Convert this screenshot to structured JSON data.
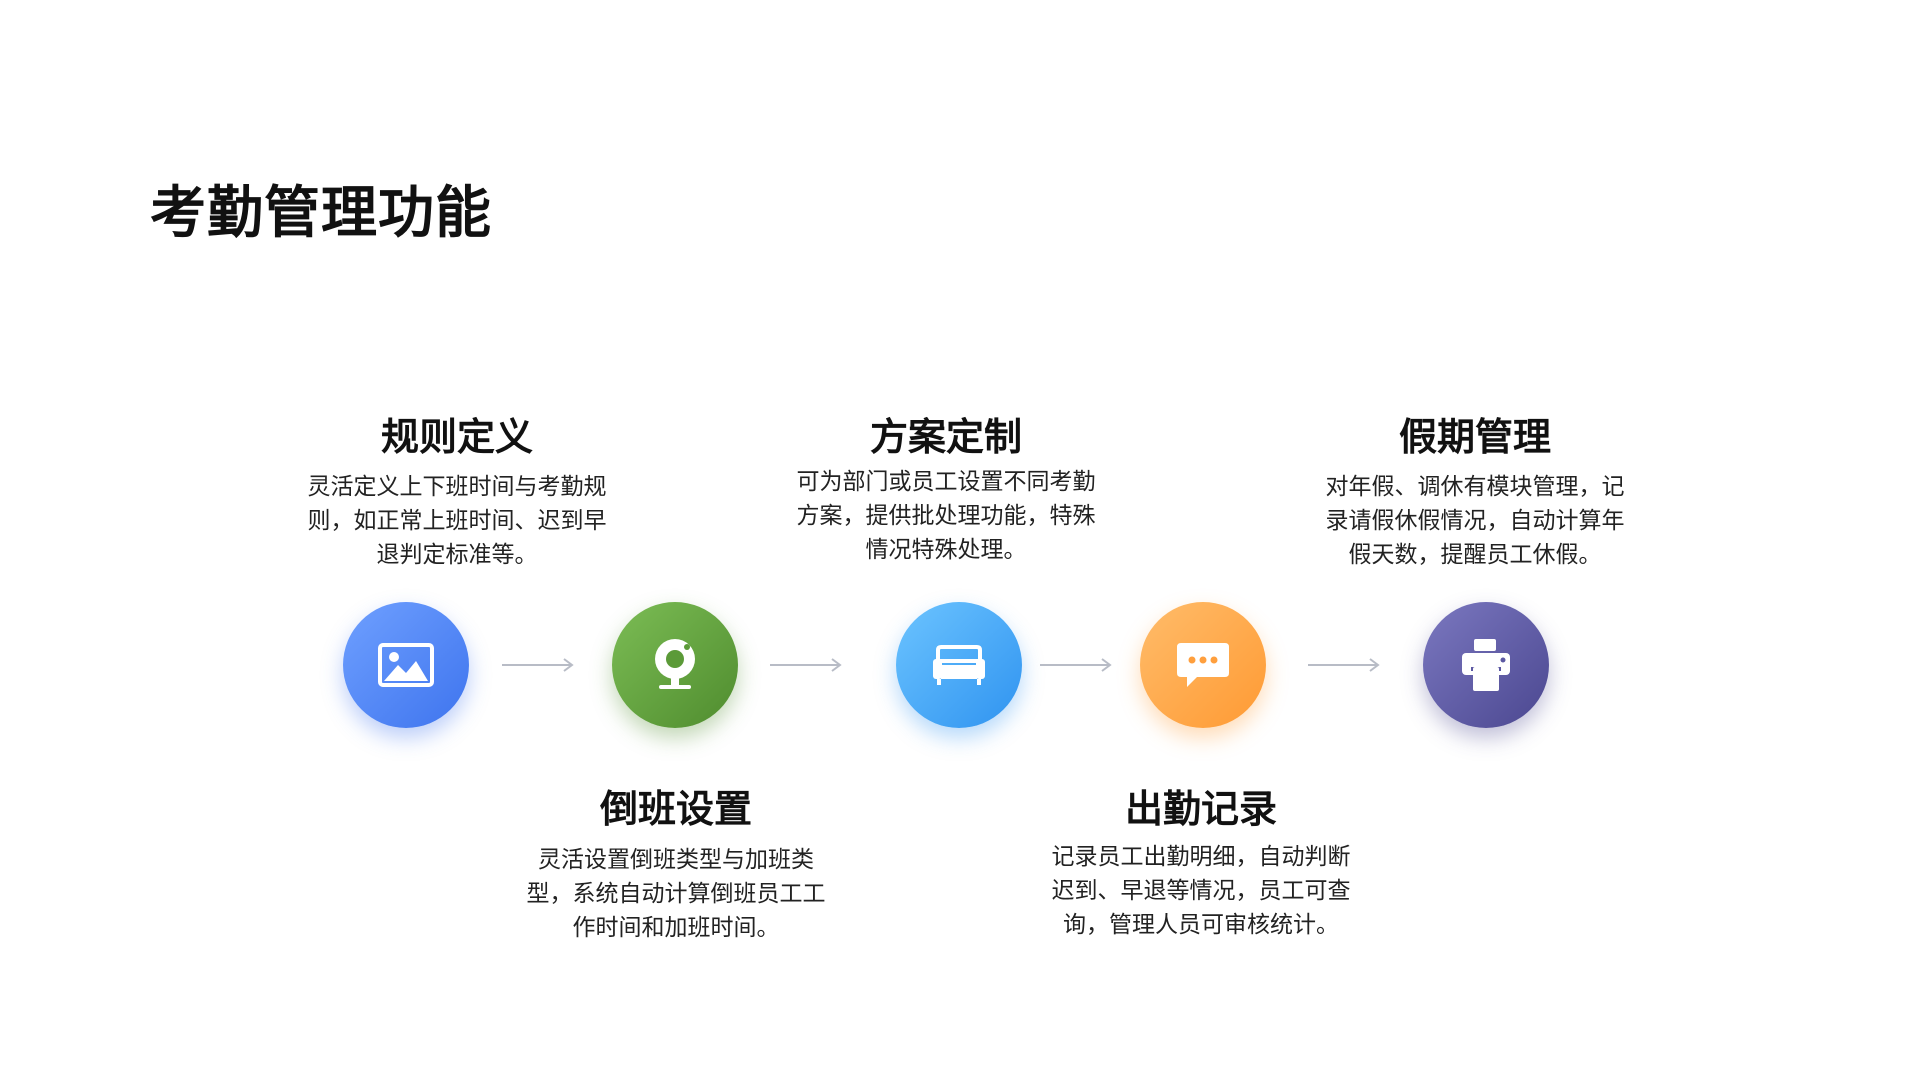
{
  "title": "考勤管理功能",
  "steps": [
    {
      "title": "规则定义",
      "desc": "灵活定义上下班时间与考勤规则，如正常上班时间、迟到早退判定标准等。",
      "icon": "image-icon",
      "color": "#5084f5"
    },
    {
      "title": "倒班设置",
      "desc": "灵活设置倒班类型与加班类型，系统自动计算倒班员工工作时间和加班时间。",
      "icon": "webcam-icon",
      "color": "#62a03e"
    },
    {
      "title": "方案定制",
      "desc": "可为部门或员工设置不同考勤方案，提供批处理功能，特殊情况特殊处理。",
      "icon": "sofa-icon",
      "color": "#45a8f5"
    },
    {
      "title": "出勤记录",
      "desc": "记录员工出勤明细，自动判断迟到、早退等情况，员工可查询，管理人员可审核统计。",
      "icon": "chat-icon",
      "color": "#ffa547"
    },
    {
      "title": "假期管理",
      "desc": "对年假、调休有模块管理，记录请假休假情况，自动计算年假天数，提醒员工休假。",
      "icon": "printer-icon",
      "color": "#5c59a3"
    }
  ]
}
